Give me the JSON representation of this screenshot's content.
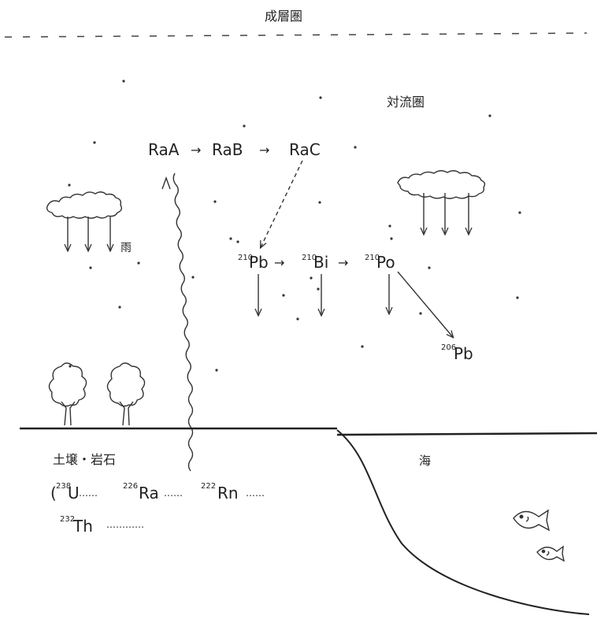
{
  "regions": {
    "stratosphere": "成層圏",
    "troposphere": "対流圏",
    "rain": "雨",
    "soil_rock": "土壌・岩石",
    "sea": "海"
  },
  "decay_air": {
    "raa": "RaA",
    "rab": "RaB",
    "rac": "RaC"
  },
  "isotopes": {
    "pb210": {
      "mass": "210",
      "symbol": "Pb"
    },
    "bi210": {
      "mass": "210",
      "symbol": "Bi"
    },
    "po210": {
      "mass": "210",
      "symbol": "Po"
    },
    "pb206": {
      "mass": "206",
      "symbol": "Pb"
    }
  },
  "ground_series": {
    "u_open": "(",
    "u238": {
      "mass": "238",
      "symbol": "U",
      "dots": "……"
    },
    "ra226": {
      "mass": "226",
      "symbol": "Ra",
      "dots": "……"
    },
    "rn222": {
      "mass": "222",
      "symbol": "Rn",
      "dots": "……"
    },
    "th232": {
      "mass": "232",
      "symbol": "Th",
      "dots": "…………"
    }
  },
  "arrow_glyph": "→"
}
